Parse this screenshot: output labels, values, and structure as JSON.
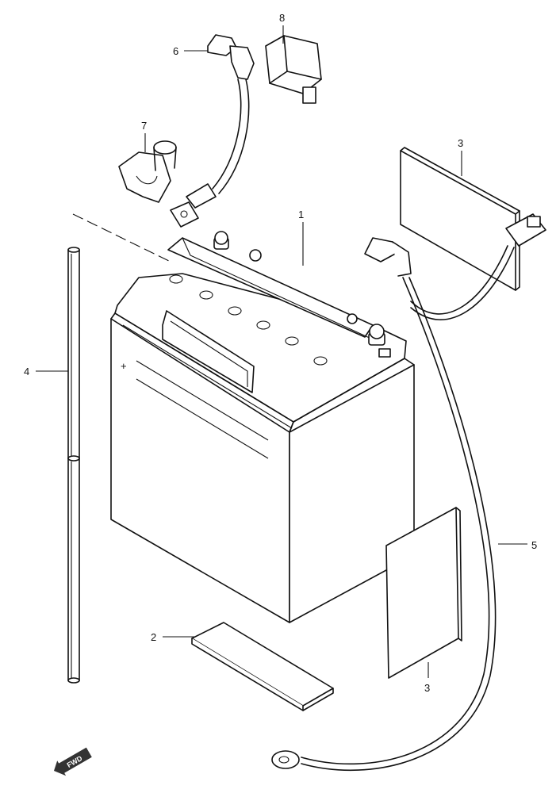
{
  "callouts": {
    "c1": "1",
    "c2": "2",
    "c3a": "3",
    "c3b": "3",
    "c4": "4",
    "c5": "5",
    "c6": "6",
    "c7": "7",
    "c8": "8"
  },
  "badge": {
    "fwd": "FWD"
  }
}
